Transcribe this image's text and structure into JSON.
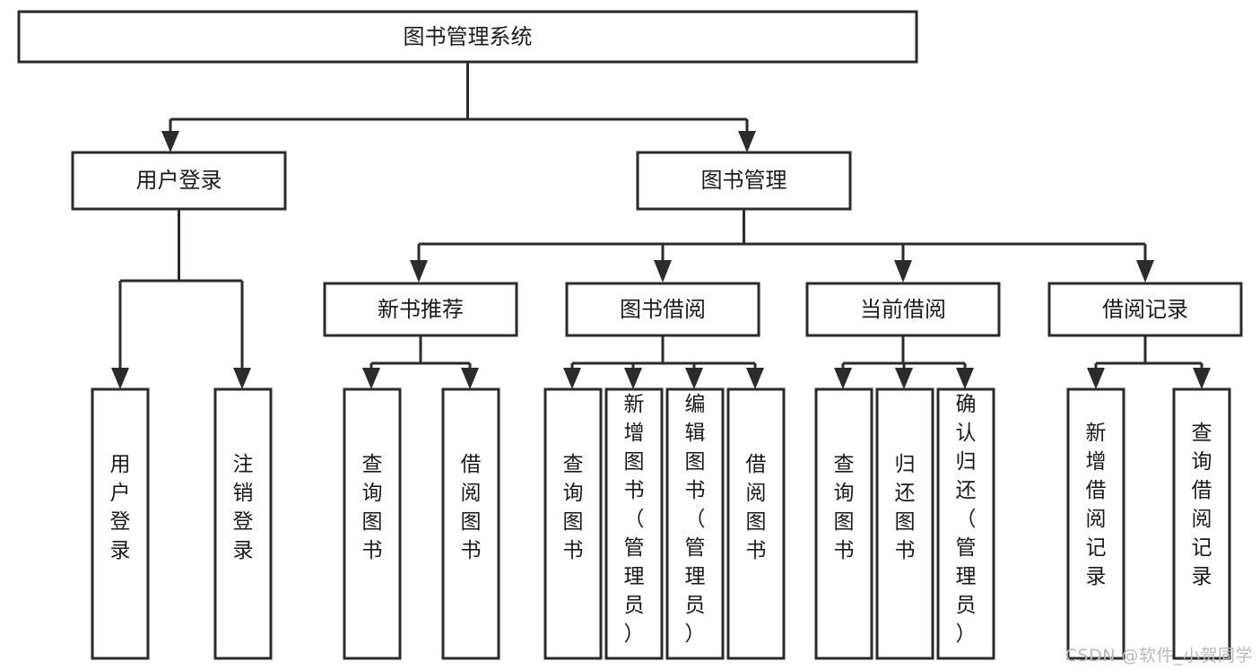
{
  "diagram": {
    "type": "tree",
    "title": "图书管理系统",
    "root": {
      "id": "root",
      "label": "图书管理系统"
    },
    "level2": [
      {
        "id": "user-login",
        "label": "用户登录"
      },
      {
        "id": "book-manage",
        "label": "图书管理"
      }
    ],
    "level3": [
      {
        "id": "new-book-rec",
        "label": "新书推荐",
        "parent": "book-manage"
      },
      {
        "id": "book-borrow",
        "label": "图书借阅",
        "parent": "book-manage"
      },
      {
        "id": "current-borrow",
        "label": "当前借阅",
        "parent": "book-manage"
      },
      {
        "id": "borrow-record",
        "label": "借阅记录",
        "parent": "book-manage"
      }
    ],
    "leaves": [
      {
        "id": "leaf-user-login",
        "label": "用户登录",
        "parent": "user-login"
      },
      {
        "id": "leaf-logout",
        "label": "注销登录",
        "parent": "user-login"
      },
      {
        "id": "leaf-query-book-1",
        "label": "查询图书",
        "parent": "new-book-rec"
      },
      {
        "id": "leaf-borrow-book-1",
        "label": "借阅图书",
        "parent": "new-book-rec"
      },
      {
        "id": "leaf-query-book-2",
        "label": "查询图书",
        "parent": "book-borrow"
      },
      {
        "id": "leaf-add-book",
        "label": "新增图书（管理员）",
        "parent": "book-borrow"
      },
      {
        "id": "leaf-edit-book",
        "label": "编辑图书（管理员）",
        "parent": "book-borrow"
      },
      {
        "id": "leaf-borrow-book-2",
        "label": "借阅图书",
        "parent": "book-borrow"
      },
      {
        "id": "leaf-query-book-3",
        "label": "查询图书",
        "parent": "current-borrow"
      },
      {
        "id": "leaf-return-book",
        "label": "归还图书",
        "parent": "current-borrow"
      },
      {
        "id": "leaf-confirm-return",
        "label": "确认归还（管理员）",
        "parent": "current-borrow"
      },
      {
        "id": "leaf-add-record",
        "label": "新增借阅记录",
        "parent": "borrow-record"
      },
      {
        "id": "leaf-query-record",
        "label": "查询借阅记录",
        "parent": "borrow-record"
      }
    ],
    "colors": {
      "stroke": "#2b2b2b",
      "fill": "#ffffff",
      "text": "#1a1a1a",
      "watermark": "#b9b9b9",
      "background": "#ffffff"
    }
  },
  "watermark": {
    "text": "CSDN @软件_小贺同学"
  }
}
